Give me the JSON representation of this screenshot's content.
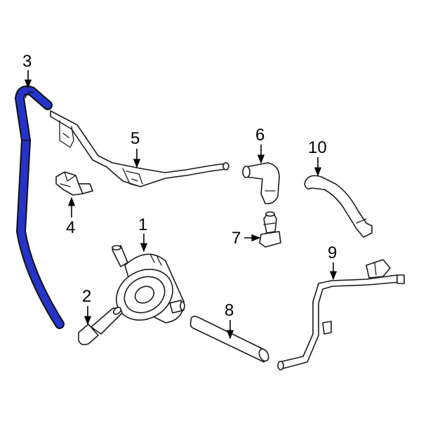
{
  "diagram": {
    "highlight_color": "#2633c9",
    "outline_color": "#1a1a1a",
    "highlighted_part": "3",
    "callouts": [
      {
        "id": "c1",
        "label": "1"
      },
      {
        "id": "c2",
        "label": "2"
      },
      {
        "id": "c3",
        "label": "3"
      },
      {
        "id": "c4",
        "label": "4"
      },
      {
        "id": "c5",
        "label": "5"
      },
      {
        "id": "c6",
        "label": "6"
      },
      {
        "id": "c7",
        "label": "7"
      },
      {
        "id": "c8",
        "label": "8"
      },
      {
        "id": "c9",
        "label": "9"
      },
      {
        "id": "c10",
        "label": "10"
      }
    ]
  }
}
